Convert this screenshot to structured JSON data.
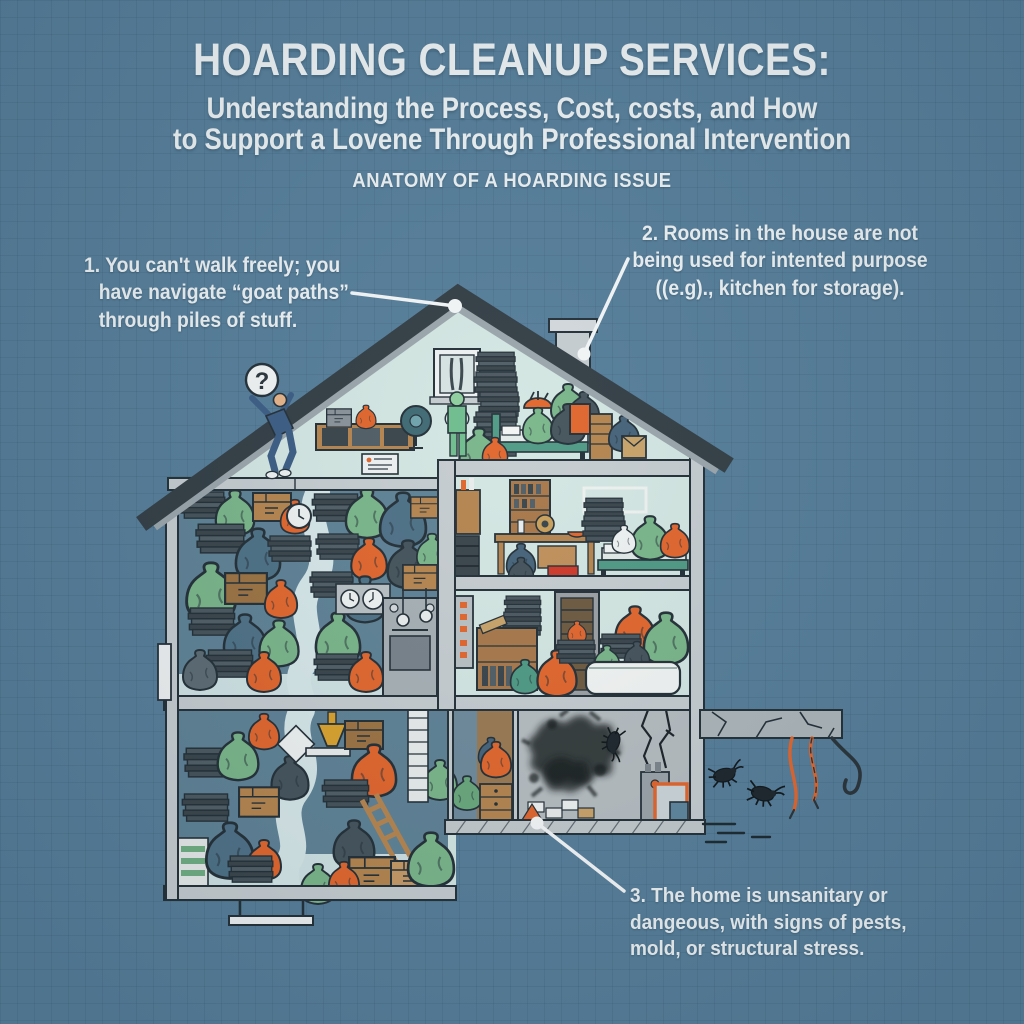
{
  "header": {
    "title": "HOARDING CLEANUP SERVICES:",
    "subtitle_line1": "Understanding the Process, Cost, costs, and How",
    "subtitle_line2": "to Support a Lovene Through Professional Intervention",
    "section_label": "ANATOMY OF A HOARDING ISSUE"
  },
  "callouts": {
    "one": {
      "line1": "1. You can't walk freely; you",
      "line2": "have navigate “goat paths”",
      "line3": "through piles of stuff."
    },
    "two": {
      "line1": "2. Rooms in the house are not",
      "line2": "being used for intented purpose",
      "line3": "((e.g)., kitchen for storage)."
    },
    "three": {
      "line1": "3. The home is unsanitary or",
      "line2": "dangeous, with signs of pests,",
      "line3": "mold, or structural stress."
    }
  },
  "figure": {
    "question_mark": "?"
  },
  "colors": {
    "background": "#567e9a",
    "text": "#ecf1f3",
    "leader_line": "#f4f7f8",
    "roof_dark": "#333e45",
    "roof_light_band": "#9aa6ac",
    "wall_gray": "#c6cdd1",
    "interior_mint": "#d4e7e3",
    "interior_slate": "#5f8296",
    "goat_path": "#d6e7e9",
    "clutter_green": "#7ab68a",
    "clutter_orange": "#e2662d",
    "clutter_blue": "#4e7187",
    "clutter_dark": "#39444b",
    "clutter_brown": "#b5854f",
    "furniture_teal": "#4f9a85",
    "mold_dark": "#151a1e",
    "outline": "#243038"
  }
}
